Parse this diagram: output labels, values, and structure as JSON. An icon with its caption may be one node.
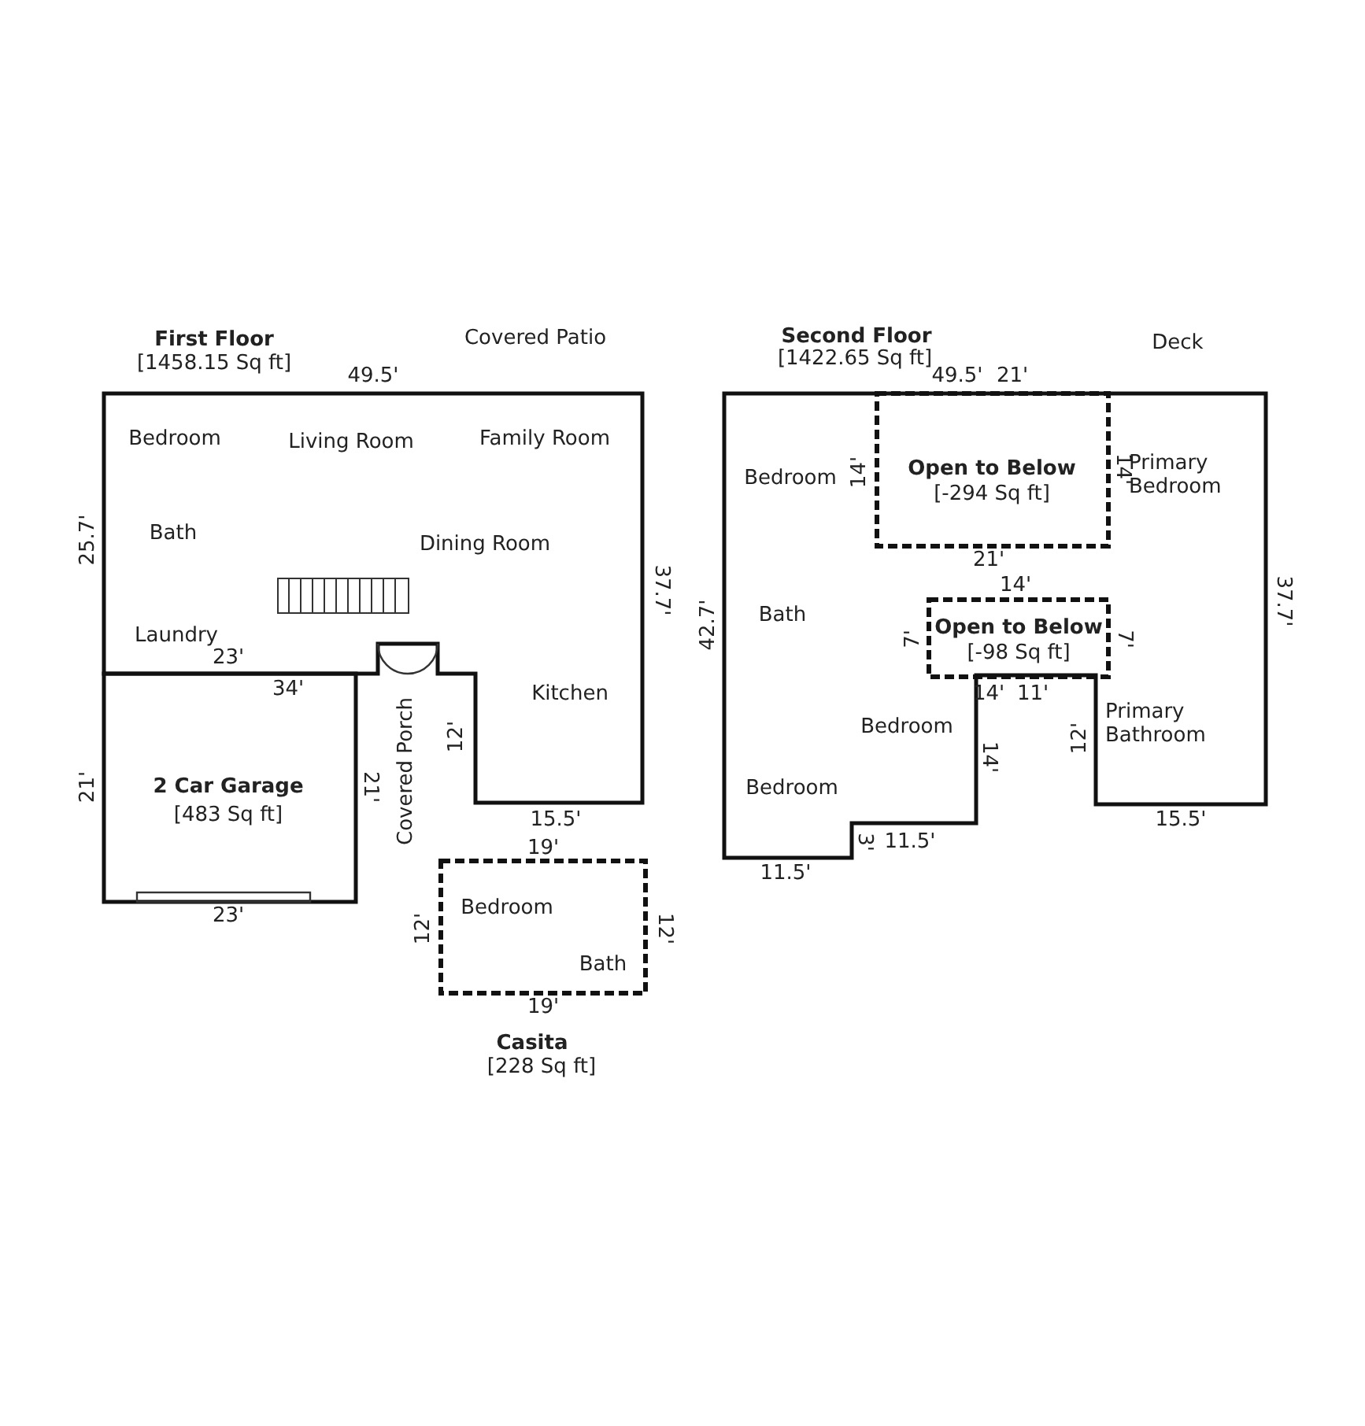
{
  "diagram": {
    "nodes": [
      {
        "text": [
          "Bedroom",
          "Living Room",
          "Family Room",
          "Bath",
          "Dining Room",
          "Laundry",
          "Kitchen"
        ]
      },
      {
        "text": [
          "2 Car Garage",
          "[483 Sq ft]"
        ]
      },
      {
        "text": [
          "Bedroom",
          "Bath"
        ],
        "beside": [
          "Casita",
          "[228 Sq ft]"
        ]
      },
      {
        "text": [
          "Bedroom",
          "Primary Bedroom",
          "Bath",
          "Bedroom",
          "Primary Bathroom",
          "Bedroom"
        ]
      },
      {
        "text": [
          "Open to Below",
          "[-294 Sq ft]"
        ],
        "in": 3
      },
      {
        "text": [
          "Open to Below",
          "[-98 Sq ft]"
        ],
        "in": 3
      }
    ],
    "labels": [
      "First Floor",
      "[1458.15 Sq ft]",
      "Covered Patio",
      "Second Floor",
      "[1422.65 Sq ft]",
      "Deck",
      "49.5'",
      "49.5'",
      "21'",
      "25.7'",
      "14'",
      "14'",
      "21'",
      "14'",
      "37.7'",
      "42.7'",
      "37.7'",
      "7'",
      "7'",
      "23'",
      "34'",
      "14'",
      "11'",
      "12'",
      "14'",
      "12'",
      "Covered Porch",
      "21'",
      "21'",
      "15.5'",
      "15.5'",
      "19'",
      "3'",
      "11.5'",
      "11.5'",
      "23'",
      "12'",
      "12'",
      "19'"
    ]
  }
}
